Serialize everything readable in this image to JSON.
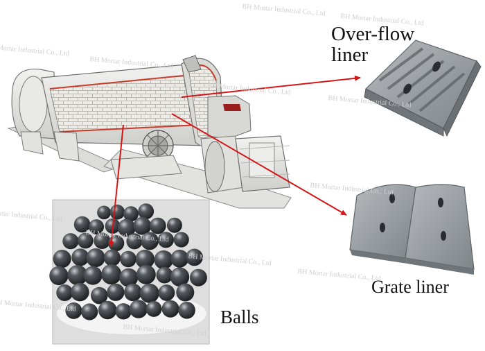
{
  "labels": {
    "overflow_line1": "Over-flow",
    "overflow_line2": "liner",
    "grate": "Grate liner",
    "balls": "Balls"
  },
  "watermark": "BH Mortar Industrial Co., Ltd",
  "colors": {
    "arrow": "#d41515",
    "steel": "#9aa0a4",
    "shell": "#e6e6e4",
    "liner": "#8c9194",
    "ball": "#3b3e42"
  }
}
